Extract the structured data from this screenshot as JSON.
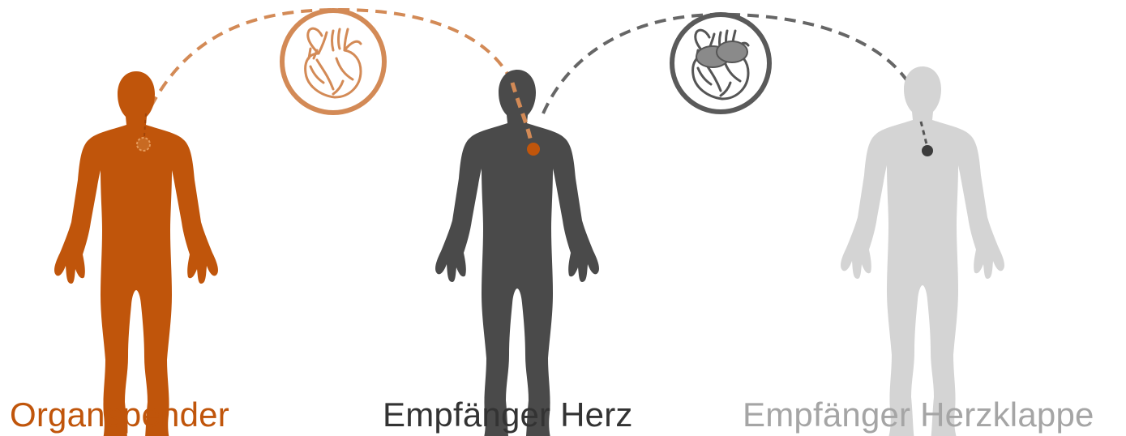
{
  "colors": {
    "donor": "#c0550b",
    "heart_recipient": "#4a4a4a",
    "valve_recipient": "#d4d4d4",
    "heart_icon_ring_donor": "#d38a56",
    "heart_icon_ring_recipient": "#5a5a5a"
  },
  "people": [
    {
      "id": "donor",
      "label": "Organspender",
      "icon": "human-figure-icon"
    },
    {
      "id": "heart_recipient",
      "label": "Empfänger Herz",
      "icon": "human-figure-icon"
    },
    {
      "id": "valve_recipient",
      "label": "Empfänger Herzklappe",
      "icon": "human-figure-icon"
    }
  ],
  "transfers": [
    {
      "from": "donor",
      "to": "heart_recipient",
      "icon": "heart-icon"
    },
    {
      "from": "heart_recipient",
      "to": "valve_recipient",
      "icon": "heart-valve-icon"
    }
  ]
}
